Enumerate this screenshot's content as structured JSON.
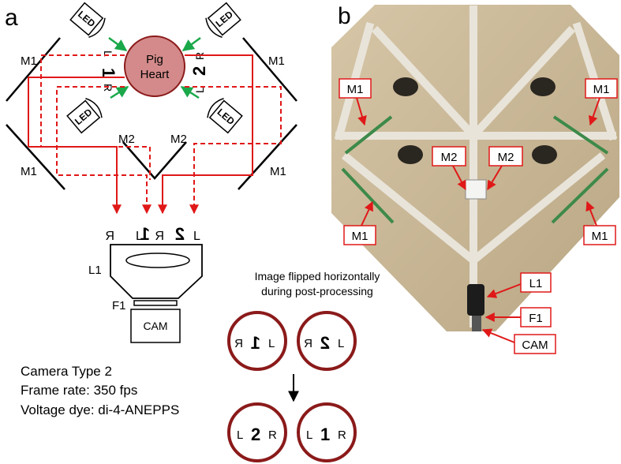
{
  "panel_a": {
    "letter": "a",
    "heart_label_line1": "Pig",
    "heart_label_line2": "Heart",
    "led_label": "LED",
    "view1_number": "1",
    "view2_number": "2",
    "left_letter": "L",
    "right_letter": "R",
    "mirror_m1": "M1",
    "mirror_m2": "M2",
    "lens_label": "L1",
    "filter_label": "F1",
    "camera_label": "CAM",
    "info": [
      "Camera Type 2",
      "Frame rate: 350 fps",
      "Voltage dye: di-4-ANEPPS"
    ],
    "flip_caption_line1": "Image flipped horizontally",
    "flip_caption_line2": "during post-processing"
  },
  "panel_b": {
    "letter": "b",
    "labels": {
      "m1_top_left": "M1",
      "m1_top_right": "M1",
      "m2_left": "M2",
      "m2_right": "M2",
      "m1_bottom_left": "M1",
      "m1_bottom_right": "M1",
      "l1": "L1",
      "f1": "F1",
      "cam": "CAM"
    }
  },
  "colors": {
    "heart_fill": "#d48a8a",
    "heart_stroke": "#8b1a1a",
    "ray_red": "#e01818",
    "led_green": "#1aa84a",
    "circle_ring": "#8b1a1a",
    "photo_bg": "#c8b79a",
    "label_box": "#e01818"
  }
}
